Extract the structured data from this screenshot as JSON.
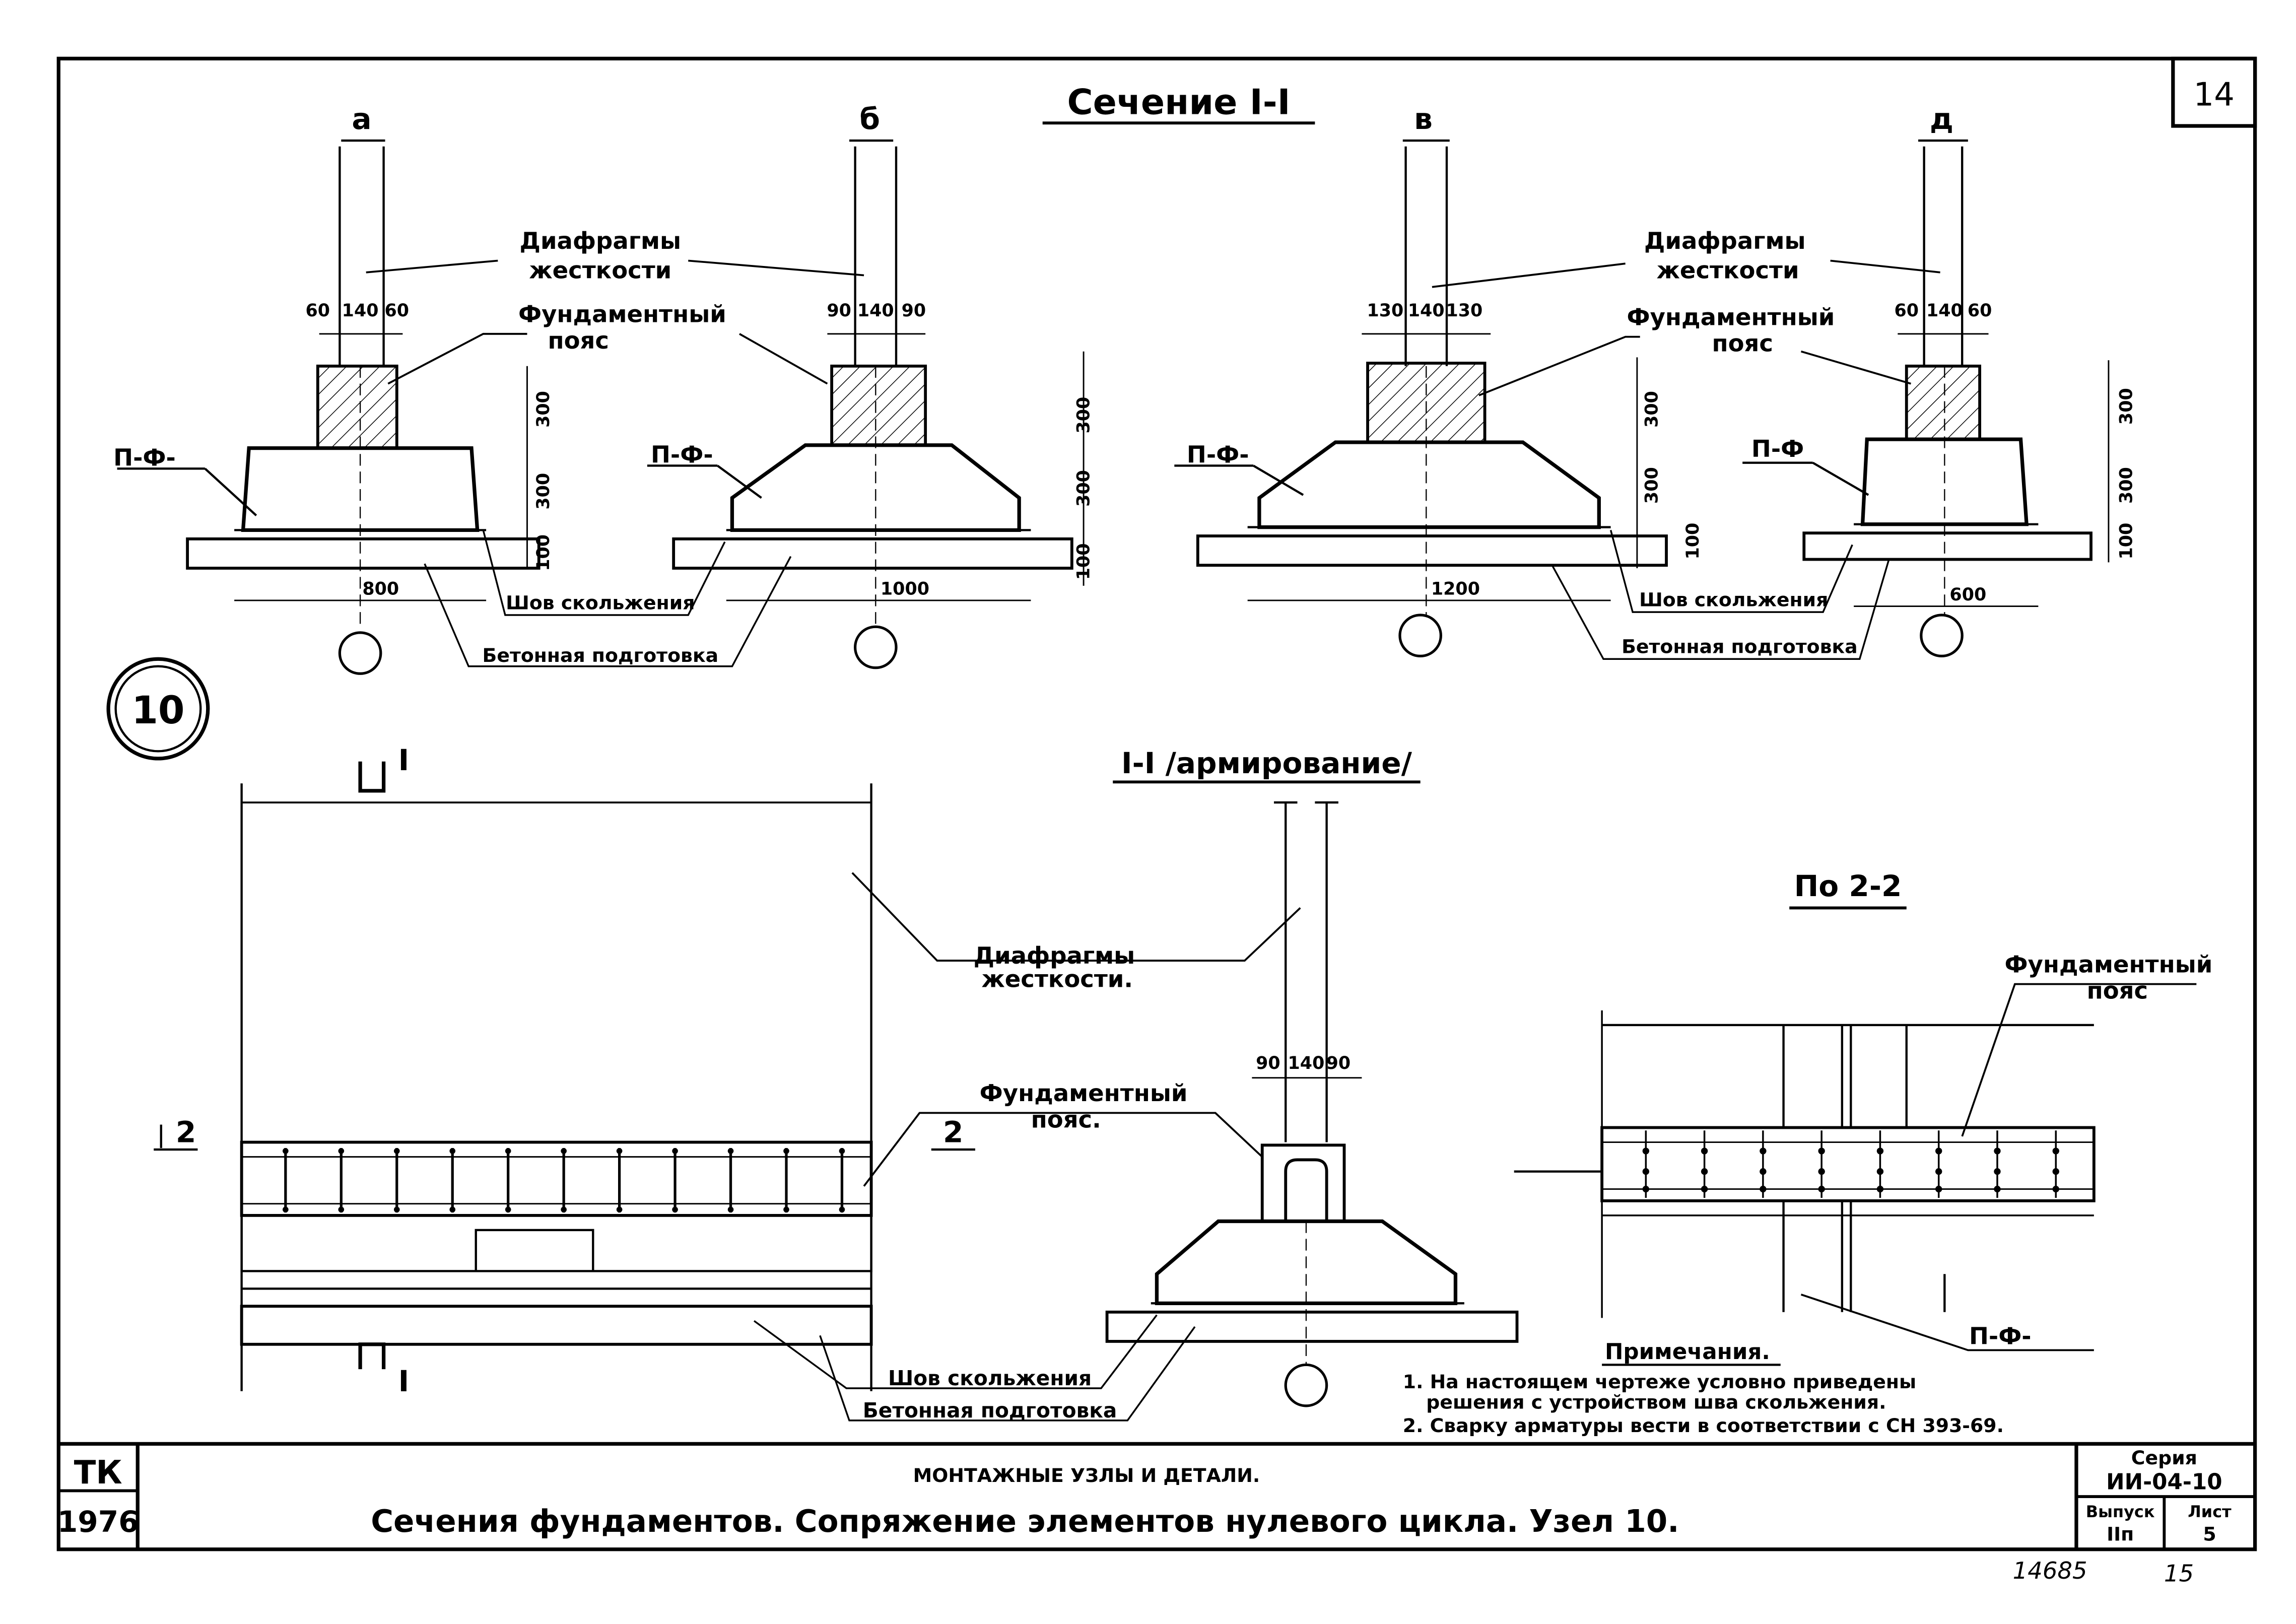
{
  "sheet_number": "14",
  "section_title": "Сечение I-I",
  "variants": [
    {
      "letter": "а",
      "dims_top": [
        "60",
        "140",
        "60"
      ],
      "slab_label": "П-Ф-",
      "width": "800",
      "heights": [
        "300",
        "300",
        "100"
      ]
    },
    {
      "letter": "б",
      "dims_top": [
        "90",
        "140",
        "90"
      ],
      "slab_label": "П-Ф-",
      "width": "1000",
      "heights": [
        "300",
        "300",
        "100"
      ]
    },
    {
      "letter": "в",
      "dims_top": [
        "130",
        "140",
        "130"
      ],
      "slab_label": "П-Ф-",
      "width": "1200",
      "heights": [
        "300",
        "300",
        "100"
      ]
    },
    {
      "letter": "д",
      "dims_top": [
        "60",
        "140",
        "60"
      ],
      "slab_label": "П-Ф",
      "width": "600",
      "heights": [
        "300",
        "300",
        "100"
      ]
    }
  ],
  "labels": {
    "diaphragm_1": "Диафрагмы",
    "diaphragm_2": "жесткости",
    "belt_1": "Фундаментный",
    "belt_2": "пояс",
    "slip_joint": "Шов скольжения",
    "concrete_prep": "Бетонная подготовка",
    "diaphragm_dot_2": "жесткости.",
    "belt_dot_2": "пояс."
  },
  "node_number": "10",
  "section_mark": "I",
  "reinforcement_title": "I-I /армирование/",
  "reinf_dims": [
    "90",
    "140",
    "90"
  ],
  "section_2_mark": "2",
  "view_22_title": "По 2-2",
  "view_22_slab": "П-Ф-",
  "notes_title": "Примечания.",
  "notes": [
    "1. На настоящем чертеже условно приведены",
    "решения с устройством шва скольжения.",
    "2. Сварку арматуры вести в соответствии с СН 393-69."
  ],
  "title_block": {
    "org": "ТК",
    "year": "1976",
    "subtitle": "МОНТАЖНЫЕ УЗЛЫ И ДЕТАЛИ.",
    "main_title": "Сечения фундаментов. Сопряжение элементов нулевого цикла. Узел 10.",
    "series_label": "Серия",
    "series_value": "ИИ-04-10",
    "issue_label": "Выпуск",
    "issue_value": "IIп",
    "sheet_label": "Лист",
    "sheet_value": "5"
  },
  "footer_numbers": [
    "14685",
    "15"
  ]
}
